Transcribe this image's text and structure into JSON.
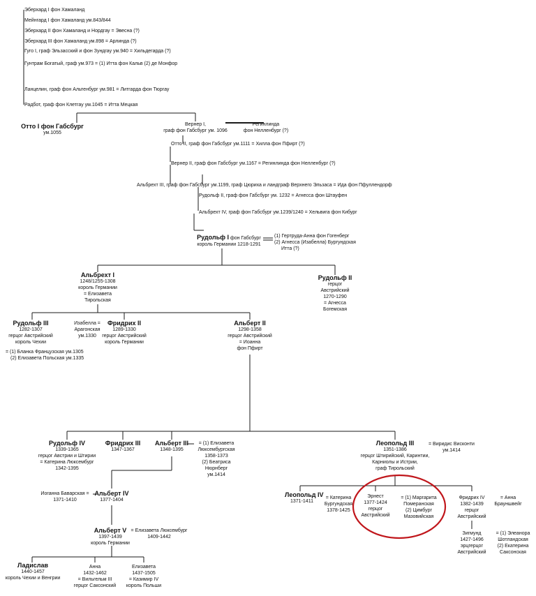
{
  "colors": {
    "line": "#1a1a1a",
    "highlight": "#c0161b",
    "text": "#111111"
  },
  "ancestors": [
    "Эберхард I фон Хамаланд",
    "Мейнгард I фон Хамаланд ум.843/844",
    "Эберхард II фон Хамаланд и Нордгау = Эвесна (?)",
    "Эберхард III фон Хамаланд ум.898 =  Арлинда (?)",
    "Гуго I, граф Эльзасский и фон Зундгау ум.940 =  Хильдегарда (?)",
    "Гунтрам Богатый, граф ум.973 = (1) Итта фон Кальв (2) де Монфор",
    "Ланцелин, граф фон Альтенбург ум.981 = Литгарда фон Тюргау",
    "Радбот, граф фон Клетгау ум.1045 =  Итта Мецкая"
  ],
  "otto1": {
    "name": "Отто I фон Габсбург",
    "dates": "ум.1055"
  },
  "werner1": {
    "l1": "Вернер I,",
    "l2": "граф фон  Габсбург  ум. 1096"
  },
  "reginlinda": {
    "l1": "Регинлинда",
    "l2": "фон Нелленбург (?)"
  },
  "line_otto2": "Отто II, граф фон Габсбург ум.1111 = Хилла фон Пфирт (?)",
  "line_werner2": "Вернер II, граф фон Габсбург ум.1167 = Регинлинда фон Нелленбург (?)",
  "line_albrecht3": "Альбрехт III, граф фон Габсбург ум.1199, граф Цюриха и ландграф Верхнего Эльзаса = Ида фон Пфуллендорф",
  "line_rudolf2": "Рудольф II, граф фон Габсбург ум. 1232 = Агнесса фон Штауфен",
  "line_albrecht4": "Альбрехт IV, граф фон  Габсбург ум.1239/1240 = Хельвига фон Кибург",
  "rudolf1": {
    "name": "Рудольф I",
    "suffix": " фон Габсбург",
    "title": "король Германии 1218-1291",
    "spouse1": "(1) Гертруда-Анна фон Гогенберг",
    "spouse2": "(2) Агнесса (Изабелла) Бургундская",
    "spouse3": "Итта (?)"
  },
  "albrecht1": {
    "name": "Альбрехт I",
    "lines": [
      "1248/1255-1308",
      "король Германии",
      "= Елизавета",
      "Тирольская"
    ]
  },
  "rudolf2d": {
    "name": "Рудольф II",
    "lines": [
      "герцог",
      "Австрийский",
      "1270-1290",
      "= Агнесса",
      "Богемская"
    ]
  },
  "rudolf3": {
    "name": "Рудольф III",
    "lines": [
      "1282-1307",
      "герцог Австрийский",
      "король Чехии"
    ],
    "sp1": "= (1) Бланка Французская ум.1305",
    "sp2": "(2) Елизавета Польская ум.1335"
  },
  "isabella": {
    "lines": [
      "Изабелла =",
      "Арагонская",
      "ум.1330"
    ]
  },
  "friedrich1": {
    "name": "Фридрих II",
    "lines": [
      "1289-1330",
      "герцог Австрийский",
      "король Германии"
    ]
  },
  "albrecht2": {
    "name": "Альберт II",
    "lines": [
      "1298-1358",
      "герцог Австрийский",
      "= Иоанна",
      "фон Пфирт"
    ]
  },
  "rudolf4": {
    "name": "Рудольф IV",
    "lines": [
      "1339-1365",
      "герцог Австрии и Штирии",
      "= Катерина Люксембург",
      "1342-1395"
    ]
  },
  "friedrich3": {
    "name": "Фридрих III",
    "lines": [
      "1347-1367"
    ]
  },
  "albert3": {
    "name": "Альберт III",
    "lines": [
      "1348-1395"
    ]
  },
  "albert3_sp": [
    "= (1) Елизавета",
    "Люксембургская",
    "1358-1373",
    "(2) Беатриса",
    "Нюрнберг",
    "ум.1414"
  ],
  "leopold3": {
    "name": "Леопольд III",
    "lines": [
      "1351-1386",
      "герцог Штирийский, Каринтии,",
      "Карниолы и Истрии,",
      "граф Тирольский"
    ]
  },
  "viridis": [
    "= Виридис Висконти",
    "ум.1414"
  ],
  "johanna": {
    "lines": [
      "Иоганна Баварская =",
      "1371-1410"
    ]
  },
  "albert4": {
    "name": "Альберт IV",
    "lines": [
      "1377-1404"
    ]
  },
  "leopold4": {
    "name": "Леопольд IV",
    "lines": [
      "1371-1411"
    ]
  },
  "leopold4_sp": [
    "= Катерина",
    "Бургундская",
    "1378-1425"
  ],
  "ernst": {
    "lines": [
      "Эрнест",
      "1377-1424",
      "герцог",
      "Австрийский"
    ]
  },
  "ernst_sp": [
    "= (1)  Маргарита",
    "Померанская",
    "(2) Цимбург",
    "Мазовийская"
  ],
  "friedrich4": {
    "lines": [
      "Фридрих IV",
      "1382-1439",
      "герцог",
      "Австрийский"
    ]
  },
  "friedrich4_sp": [
    "= Анна",
    "Брауншвейг"
  ],
  "sigmund": {
    "lines": [
      "Зигмунд",
      "1427-1496",
      "эрцгерцог",
      "Австрийский"
    ]
  },
  "sigmund_sp": [
    "= (1) Элеанора",
    "Шотландская",
    "(2) Екатерина",
    "Саксонская"
  ],
  "albert5": {
    "name": "Альберт V",
    "lines": [
      "1397-1439",
      "король Германии"
    ]
  },
  "albert5_sp": [
    "= Елизавета Люксембург",
    "1409-1442"
  ],
  "ladislav": {
    "name": "Ладислав",
    "lines": [
      "1440-1457",
      "король Чехии и Венгрии"
    ]
  },
  "anna": {
    "lines": [
      "Анна",
      "1432-1462",
      "= Вильгельм III",
      "герцог Саксонский"
    ]
  },
  "elizabeth": {
    "lines": [
      "Елизавета",
      "1437-1505",
      "= Казимир IV",
      "король Польши"
    ]
  }
}
